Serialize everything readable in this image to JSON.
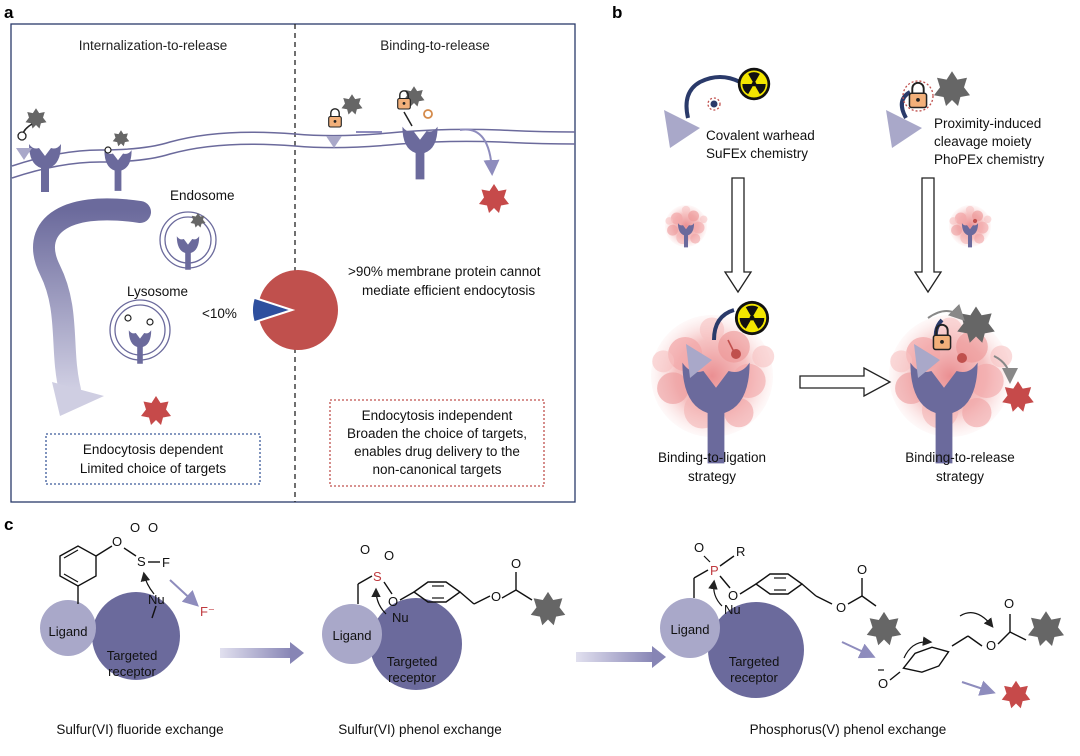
{
  "panels": {
    "a": {
      "letter": "a",
      "left_heading": "Internalization-to-release",
      "right_heading": "Binding-to-release",
      "endosome_label": "Endosome",
      "lysosome_label": "Lysosome",
      "pie_small_label": "<10%",
      "pie_big_label_line1": ">90% membrane protein cannot",
      "pie_big_label_line2": "mediate efficient endocytosis",
      "left_box_line1": "Endocytosis dependent",
      "left_box_line2": "Limited choice of targets",
      "right_box_line1": "Endocytosis independent",
      "right_box_line2": "Broaden the choice of targets,",
      "right_box_line3": "enables drug delivery to the",
      "right_box_line4": "non-canonical targets"
    },
    "b": {
      "letter": "b",
      "left_desc_line1": "Covalent warhead",
      "left_desc_line2": "SuFEx chemistry",
      "right_desc_line1": "Proximity-induced",
      "right_desc_line2": "cleavage moiety",
      "right_desc_line3": "PhoPEx chemistry",
      "left_caption_line1": "Binding-to-ligation",
      "left_caption_line2": "strategy",
      "right_caption_line1": "Binding-to-release",
      "right_caption_line2": "strategy"
    },
    "c": {
      "letter": "c",
      "ligand_label": "Ligand",
      "receptor_line1": "Targeted",
      "receptor_line2": "receptor",
      "nu_label": "Nu",
      "fluoride_label": "F⁻",
      "s_label": "S",
      "p_label": "P",
      "o_label": "O",
      "f_label": "F",
      "r_label": "R",
      "caption1": "Sulfur(VI) fluoride exchange",
      "caption2": "Sulfur(VI) phenol exchange",
      "caption3": "Phosphorus(V) phenol exchange"
    }
  },
  "colors": {
    "receptor": "#6b6a9c",
    "ligand": "#a9a8c9",
    "drug_red": "#c64a4a",
    "drug_grey": "#666666",
    "pie_red": "#c0504d",
    "pie_blue": "#2e4f9e",
    "box_blue": "#3c5a9a",
    "box_red": "#c0504d",
    "frame": "#2a3a6a",
    "tumor_pink": "#f0a7a7",
    "radioactive_yellow": "#f3e600"
  },
  "pie": {
    "small_fraction": 0.1
  }
}
